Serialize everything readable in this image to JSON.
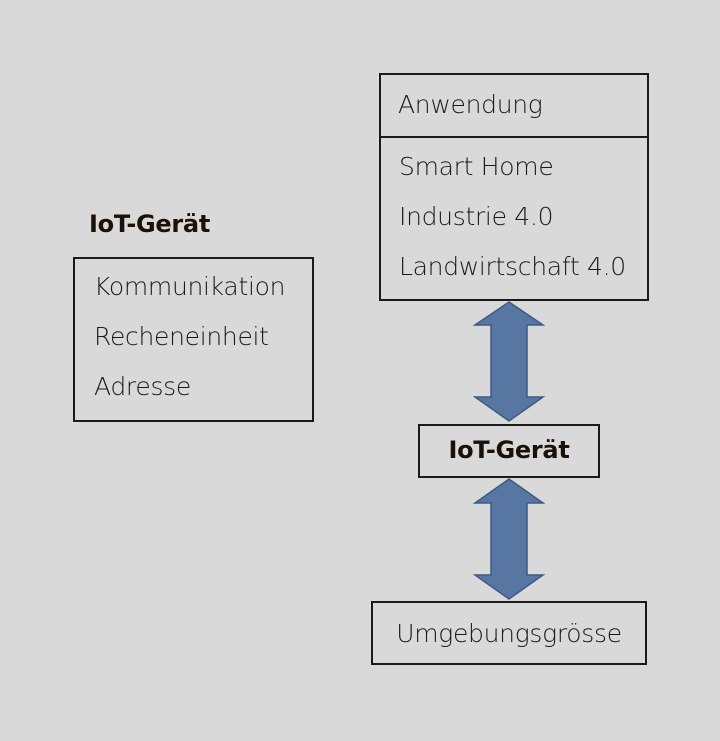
{
  "left_block": {
    "title": "IoT-Gerät",
    "items": [
      "Kommunikation",
      "Recheneinheit",
      "Adresse"
    ]
  },
  "application_box": {
    "header": "Anwendung",
    "items": [
      "Smart Home",
      "Industrie 4.0",
      "Landwirtschaft 4.0"
    ]
  },
  "device_box": {
    "label": "IoT-Gerät"
  },
  "environment_box": {
    "label": "Umgebungsgrösse"
  },
  "colors": {
    "background": "#d9d9d9",
    "arrow_fill": "#5777a2",
    "arrow_stroke": "#3d5a85"
  }
}
